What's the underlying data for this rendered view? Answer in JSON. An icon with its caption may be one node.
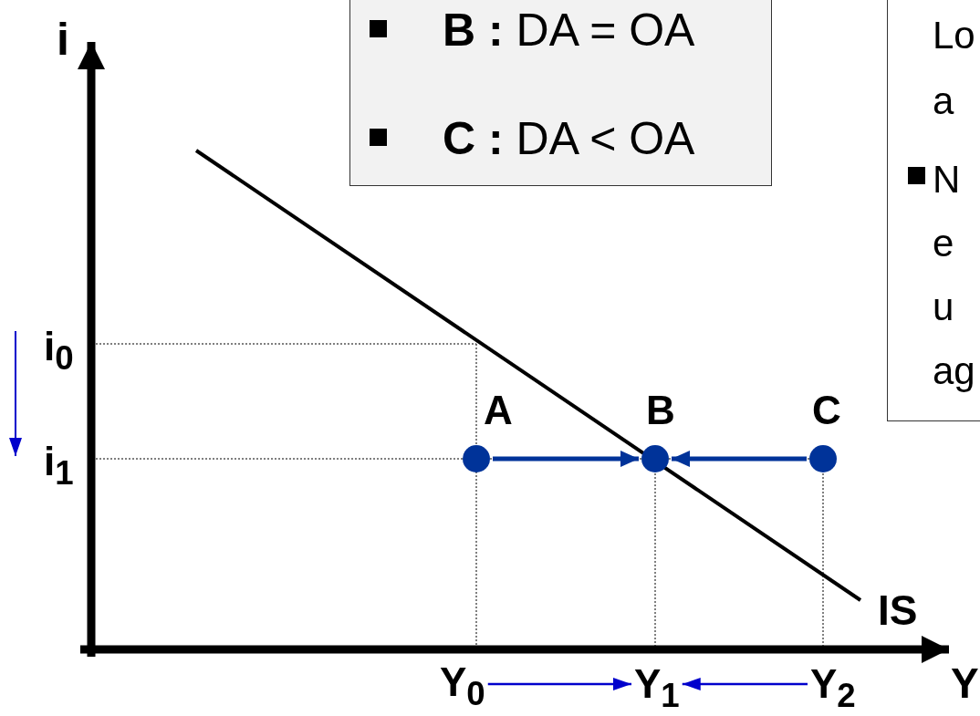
{
  "diagram": {
    "nodes": [
      {
        "text": [
          "A"
        ]
      },
      {
        "text": [
          "B"
        ]
      },
      {
        "text": [
          "C"
        ]
      },
      {
        "text": [
          "i$_{0}$"
        ]
      },
      {
        "text": [
          "i$_{1}$"
        ]
      },
      {
        "text": [
          "Y$_{0}$"
        ]
      },
      {
        "text": [
          "Y$_{1}$"
        ]
      },
      {
        "text": [
          "Y$_{2}$"
        ]
      }
    ],
    "edges": [
      {
        "from": 0,
        "to": 1,
        "arrow": "to",
        "style": "thick"
      },
      {
        "from": 2,
        "to": 1,
        "arrow": "to",
        "style": "thick"
      },
      {
        "from": 5,
        "to": 6,
        "arrow": "to"
      },
      {
        "from": 7,
        "to": 6,
        "arrow": "to"
      }
    ],
    "labels": [
      "i",
      "**B :** DA = OA",
      "**C :** DA < OA",
      "Lo",
      "a",
      "N",
      "e",
      "u",
      "ag",
      "IS",
      "Y"
    ]
  }
}
